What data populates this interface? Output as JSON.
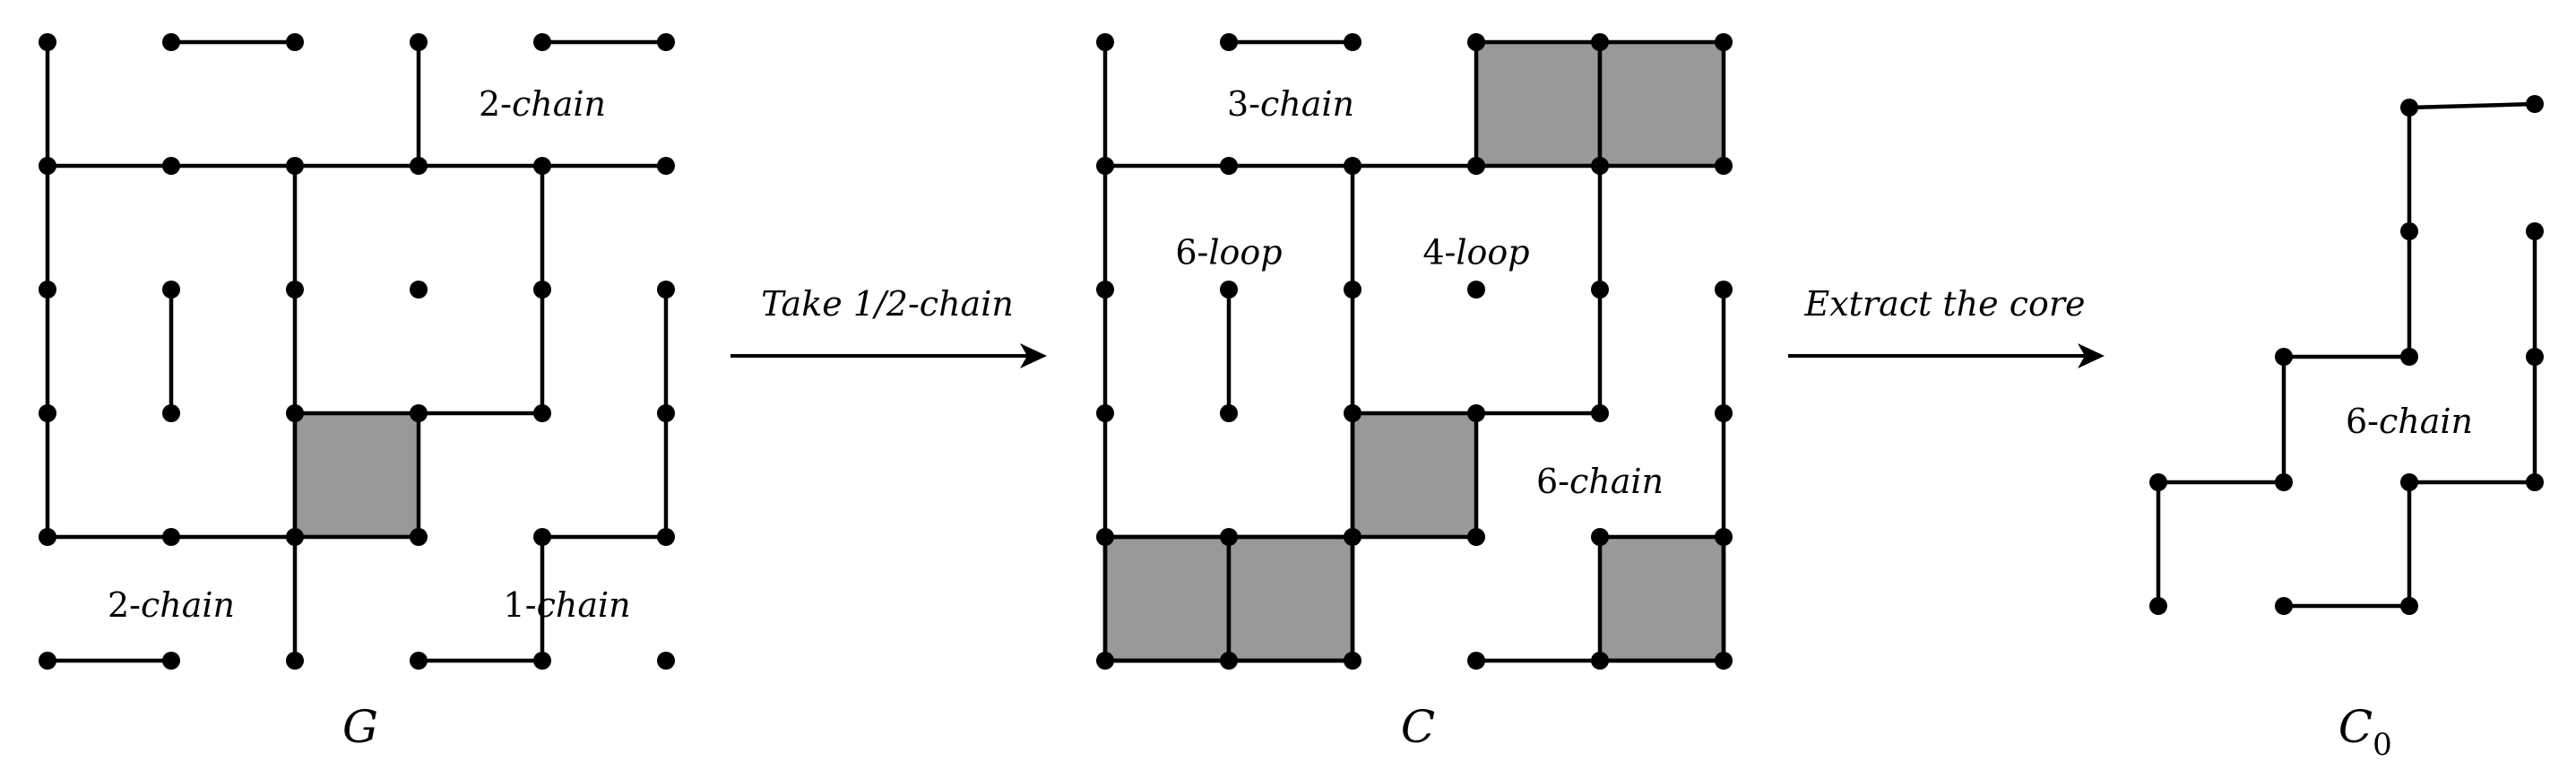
{
  "panels": [
    {
      "id": "G",
      "caption": "G",
      "caption_sub": "",
      "edges": [
        [
          0,
          0,
          0,
          1
        ],
        [
          0,
          1,
          0,
          2
        ],
        [
          0,
          2,
          0,
          3
        ],
        [
          0,
          3,
          0,
          4
        ],
        [
          1,
          0,
          2,
          0
        ],
        [
          3,
          0,
          3,
          1
        ],
        [
          4,
          0,
          5,
          0
        ],
        [
          0,
          1,
          1,
          1
        ],
        [
          1,
          1,
          2,
          1
        ],
        [
          2,
          1,
          3,
          1
        ],
        [
          3,
          1,
          4,
          1
        ],
        [
          4,
          1,
          5,
          1
        ],
        [
          2,
          1,
          2,
          2
        ],
        [
          2,
          2,
          2,
          3
        ],
        [
          2,
          3,
          2,
          4
        ],
        [
          4,
          1,
          4,
          2
        ],
        [
          4,
          2,
          4,
          3
        ],
        [
          3,
          3,
          4,
          3
        ],
        [
          1,
          2,
          1,
          3
        ],
        [
          5,
          2,
          5,
          3
        ],
        [
          5,
          3,
          5,
          4
        ],
        [
          0,
          4,
          1,
          4
        ],
        [
          1,
          4,
          2,
          4
        ],
        [
          2,
          4,
          2,
          5
        ],
        [
          4,
          4,
          5,
          4
        ],
        [
          4,
          4,
          4,
          5
        ],
        [
          3,
          5,
          4,
          5
        ],
        [
          0,
          5,
          1,
          5
        ]
      ],
      "nodes": [
        [
          0,
          0
        ],
        [
          1,
          0
        ],
        [
          2,
          0
        ],
        [
          3,
          0
        ],
        [
          4,
          0
        ],
        [
          5,
          0
        ],
        [
          0,
          1
        ],
        [
          1,
          1
        ],
        [
          2,
          1
        ],
        [
          3,
          1
        ],
        [
          4,
          1
        ],
        [
          5,
          1
        ],
        [
          0,
          2
        ],
        [
          1,
          2
        ],
        [
          2,
          2
        ],
        [
          3,
          2
        ],
        [
          4,
          2
        ],
        [
          5,
          2
        ],
        [
          0,
          3
        ],
        [
          1,
          3
        ],
        [
          2,
          3
        ],
        [
          3,
          3
        ],
        [
          4,
          3
        ],
        [
          5,
          3
        ],
        [
          0,
          4
        ],
        [
          1,
          4
        ],
        [
          2,
          4
        ],
        [
          3,
          4
        ],
        [
          4,
          4
        ],
        [
          5,
          4
        ],
        [
          0,
          5
        ],
        [
          1,
          5
        ],
        [
          2,
          5
        ],
        [
          3,
          5
        ],
        [
          4,
          5
        ],
        [
          5,
          5
        ]
      ],
      "squares": [
        [
          2,
          3
        ]
      ],
      "labels": [
        {
          "text": "2-chain",
          "col": 4.0,
          "row": 0.5,
          "prefix": "2-",
          "word": "chain"
        },
        {
          "text": "2-chain",
          "col": 1.0,
          "row": 4.55,
          "prefix": "2-",
          "word": "chain"
        },
        {
          "text": "1-chain",
          "col": 4.2,
          "row": 4.55,
          "prefix": "1-",
          "word": "chain"
        }
      ]
    },
    {
      "id": "C",
      "caption": "C",
      "caption_sub": "",
      "edges": [
        [
          0,
          0,
          0,
          1
        ],
        [
          0,
          1,
          0,
          2
        ],
        [
          0,
          2,
          0,
          3
        ],
        [
          0,
          3,
          0,
          4
        ],
        [
          0,
          4,
          0,
          5
        ],
        [
          1,
          0,
          2,
          0
        ],
        [
          0,
          1,
          1,
          1
        ],
        [
          1,
          1,
          2,
          1
        ],
        [
          2,
          1,
          3,
          1
        ],
        [
          2,
          1,
          2,
          2
        ],
        [
          2,
          2,
          2,
          3
        ],
        [
          2,
          3,
          2,
          4
        ],
        [
          2,
          4,
          2,
          5
        ],
        [
          1,
          2,
          1,
          3
        ],
        [
          4,
          1,
          4,
          2
        ],
        [
          4,
          2,
          4,
          3
        ],
        [
          3,
          3,
          4,
          3
        ],
        [
          5,
          2,
          5,
          3
        ],
        [
          5,
          3,
          5,
          4
        ],
        [
          5,
          4,
          5,
          5
        ],
        [
          0,
          4,
          1,
          4
        ],
        [
          1,
          4,
          2,
          4
        ],
        [
          0,
          5,
          1,
          5
        ],
        [
          1,
          5,
          2,
          5
        ],
        [
          3,
          5,
          4,
          5
        ],
        [
          4,
          5,
          5,
          5
        ]
      ],
      "nodes": [
        [
          0,
          0
        ],
        [
          1,
          0
        ],
        [
          2,
          0
        ],
        [
          3,
          0
        ],
        [
          4,
          0
        ],
        [
          5,
          0
        ],
        [
          0,
          1
        ],
        [
          1,
          1
        ],
        [
          2,
          1
        ],
        [
          3,
          1
        ],
        [
          4,
          1
        ],
        [
          5,
          1
        ],
        [
          0,
          2
        ],
        [
          1,
          2
        ],
        [
          2,
          2
        ],
        [
          3,
          2
        ],
        [
          4,
          2
        ],
        [
          5,
          2
        ],
        [
          0,
          3
        ],
        [
          1,
          3
        ],
        [
          2,
          3
        ],
        [
          3,
          3
        ],
        [
          4,
          3
        ],
        [
          5,
          3
        ],
        [
          0,
          4
        ],
        [
          1,
          4
        ],
        [
          2,
          4
        ],
        [
          3,
          4
        ],
        [
          4,
          4
        ],
        [
          5,
          4
        ],
        [
          0,
          5
        ],
        [
          1,
          5
        ],
        [
          2,
          5
        ],
        [
          3,
          5
        ],
        [
          4,
          5
        ],
        [
          5,
          5
        ]
      ],
      "squares": [
        [
          3,
          0
        ],
        [
          4,
          0
        ],
        [
          2,
          3
        ],
        [
          0,
          4
        ],
        [
          1,
          4
        ],
        [
          4,
          4
        ]
      ],
      "labels": [
        {
          "text": "3-chain",
          "col": 1.5,
          "row": 0.5,
          "prefix": "3-",
          "word": "chain"
        },
        {
          "text": "6-loop",
          "col": 1.0,
          "row": 1.7,
          "prefix": "6-",
          "word": "loop"
        },
        {
          "text": "4-loop",
          "col": 3.0,
          "row": 1.7,
          "prefix": "4-",
          "word": "loop"
        },
        {
          "text": "6-chain",
          "col": 4.0,
          "row": 3.55,
          "prefix": "6-",
          "word": "chain"
        }
      ]
    },
    {
      "id": "C0",
      "caption": "C",
      "caption_sub": "0"
    }
  ],
  "core": {
    "edges": [
      [
        1,
        0,
        2,
        0
      ],
      [
        1,
        0,
        1,
        1
      ],
      [
        1,
        1,
        1,
        2
      ],
      [
        0,
        2,
        1,
        2
      ],
      [
        0,
        3,
        1,
        3
      ],
      [
        0,
        3,
        0,
        4
      ],
      [
        1,
        3,
        1,
        4
      ],
      [
        2,
        4,
        3,
        4
      ],
      [
        2,
        1,
        2,
        2
      ],
      [
        2,
        2,
        2,
        3
      ],
      [
        2,
        4,
        1,
        4
      ]
    ],
    "nodes": [
      [
        1,
        0
      ],
      [
        2,
        0
      ],
      [
        1,
        1
      ],
      [
        1,
        2
      ],
      [
        0,
        2
      ],
      [
        0,
        3
      ],
      [
        1,
        3
      ],
      [
        0,
        4
      ],
      [
        1,
        4
      ],
      [
        2,
        4
      ],
      [
        3,
        4
      ],
      [
        2,
        1
      ],
      [
        2,
        2
      ],
      [
        2,
        3
      ]
    ],
    "label": {
      "text": "6-chain",
      "prefix": "6-",
      "word": "chain"
    }
  },
  "arrows": [
    {
      "label": "Take 1/2-chain",
      "prefix": "",
      "word": "Take 1/2-chain"
    },
    {
      "label": "Extract the core",
      "prefix": "",
      "word": "Extract the core"
    }
  ]
}
